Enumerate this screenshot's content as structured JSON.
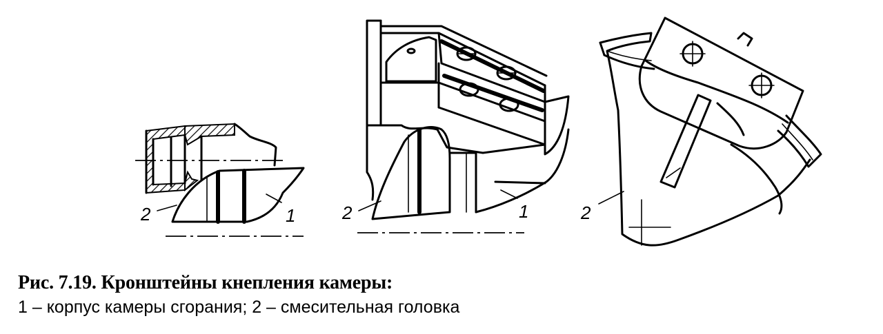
{
  "figure": {
    "caption_title": "Рис. 7.19. Кронштейны кнепления камеры:",
    "caption_legend": "1 – корпус камеры сгорания;  2 – смесительная головка",
    "drawings": [
      {
        "labels": [
          "2",
          "1"
        ]
      },
      {
        "labels": [
          "2",
          "1"
        ]
      },
      {
        "labels": [
          "2"
        ]
      }
    ]
  }
}
